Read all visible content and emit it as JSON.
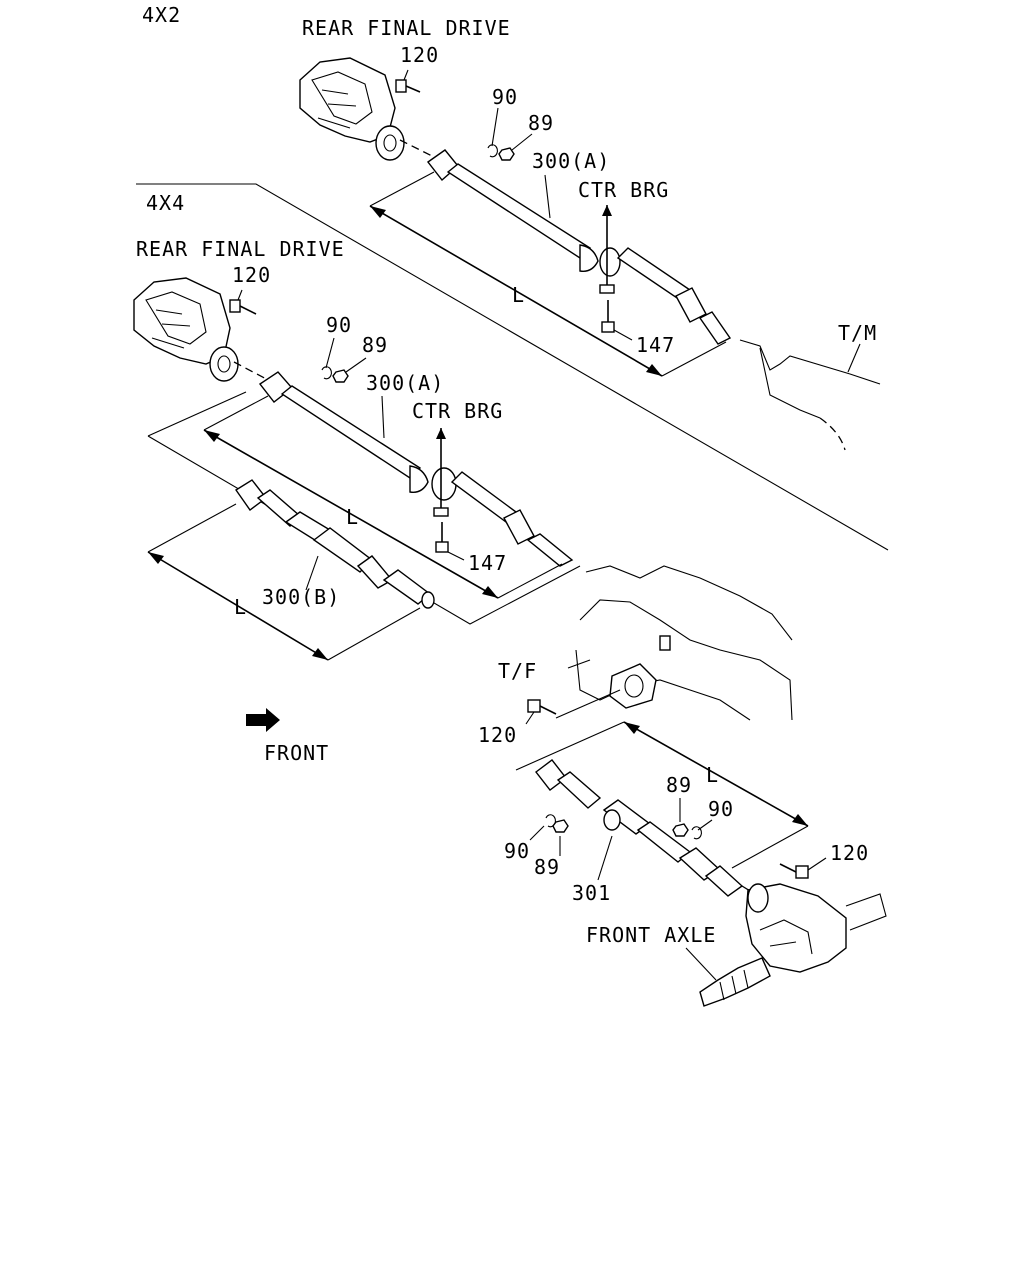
{
  "sections": {
    "rwd": {
      "title": "4X2",
      "labels": {
        "rear_final_drive": "REAR FINAL DRIVE",
        "bolt": "120",
        "washer": "90",
        "nut": "89",
        "shaft": "300(A)",
        "ctr_brg": "CTR BRG",
        "length": "L",
        "bearing_bolt": "147",
        "transmission": "T/M"
      }
    },
    "fwd": {
      "title": "4X4",
      "labels": {
        "rear_final_drive": "REAR FINAL DRIVE",
        "bolt": "120",
        "washer": "90",
        "nut": "89",
        "shaft_a": "300(A)",
        "ctr_brg": "CTR BRG",
        "length_a": "L",
        "bearing_bolt": "147",
        "shaft_b": "300(B)",
        "length_b": "L",
        "front": "FRONT",
        "transfer": "T/F",
        "tf_bolt": "120",
        "length_front": "L",
        "front_nut_right": "89",
        "front_washer_right": "90",
        "front_washer_left": "90",
        "front_nut_left": "89",
        "front_shaft": "301",
        "axle_bolt": "120",
        "front_axle": "FRONT AXLE"
      }
    }
  }
}
